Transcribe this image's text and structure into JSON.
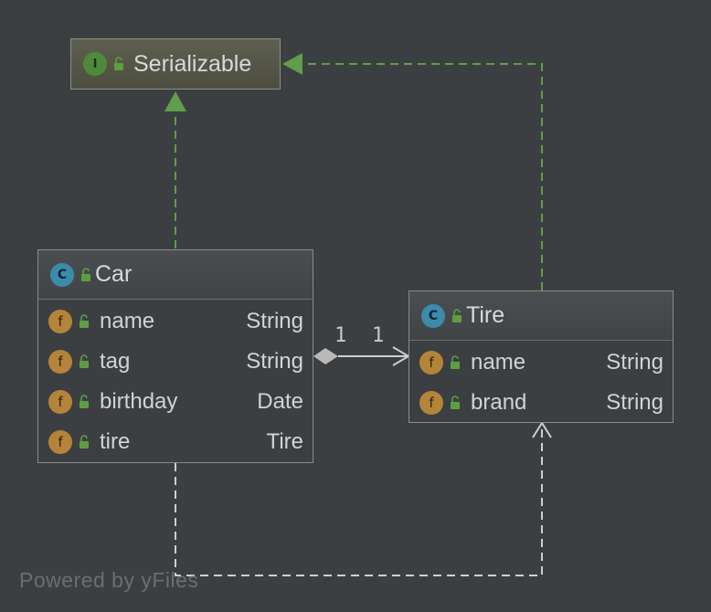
{
  "interface": {
    "badge": "I",
    "name": "Serializable"
  },
  "classes": {
    "car": {
      "badge": "C",
      "name": "Car",
      "fields": [
        {
          "badge": "f",
          "name": "name",
          "type": "String"
        },
        {
          "badge": "f",
          "name": "tag",
          "type": "String"
        },
        {
          "badge": "f",
          "name": "birthday",
          "type": "Date"
        },
        {
          "badge": "f",
          "name": "tire",
          "type": "Tire"
        }
      ]
    },
    "tire": {
      "badge": "C",
      "name": "Tire",
      "fields": [
        {
          "badge": "f",
          "name": "name",
          "type": "String"
        },
        {
          "badge": "f",
          "name": "brand",
          "type": "String"
        }
      ]
    }
  },
  "association": {
    "source_multiplicity": "1",
    "target_multiplicity": "1"
  },
  "watermark": "Powered by yFiles",
  "colors": {
    "background": "#3c3f41",
    "realization_edge": "#5f9e4a",
    "dependency_edge": "#cfcfcf",
    "interface_badge": "#4f8a3c",
    "class_badge": "#3d8bab",
    "field_badge": "#b5843b",
    "lock_icon": "#5e9e43"
  },
  "icons": {
    "interface_badge": "interface-icon",
    "class_badge": "class-icon",
    "field_badge": "field-icon",
    "visibility": "public-lock-icon"
  }
}
